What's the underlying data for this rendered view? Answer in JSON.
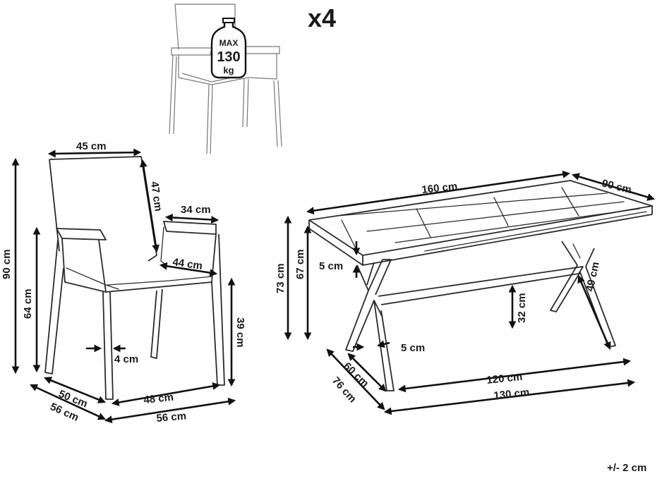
{
  "header": {
    "quantity": "x4"
  },
  "weight_badge": {
    "line1": "MAX",
    "line2": "130",
    "line3": "kg"
  },
  "chair": {
    "back_width": "45 cm",
    "back_height": "47 cm",
    "armrest_length": "34 cm",
    "seat_depth": "44 cm",
    "total_height": "90 cm",
    "armrest_height": "64 cm",
    "seat_height": "39 cm",
    "leg_thickness": "4 cm",
    "seat_width": "48 cm",
    "width": "56 cm",
    "depth_inner": "50 cm",
    "depth": "56 cm"
  },
  "table": {
    "length": "160 cm",
    "width": "90 cm",
    "height": "73 cm",
    "clearance": "67 cm",
    "top_thickness": "5 cm",
    "beam_height": "32 cm",
    "leg_height": "49 cm",
    "leg_thickness": "5 cm",
    "leg_span": "120 cm",
    "base_length": "130 cm",
    "leg_depth_inner": "60 cm",
    "leg_depth": "76 cm"
  },
  "tolerance": "+/- 2 cm"
}
